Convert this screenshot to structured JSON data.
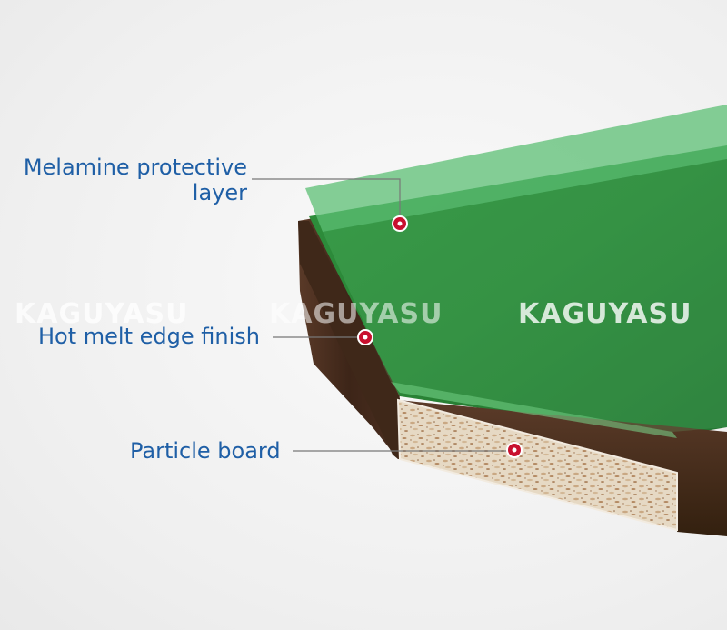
{
  "labels": {
    "melamine_line1": "Melamine protective",
    "melamine_line2": "layer",
    "hot_melt": "Hot melt edge finish",
    "particle_board": "Particle board"
  },
  "watermark": {
    "text": "KAGUYASU"
  },
  "colors": {
    "label_text": "#1f5fa6",
    "marker": "#c8102e",
    "melamine_green": "#5cbf74",
    "board_green": "#2f8a3a",
    "edge_brown": "#4a2e1f",
    "particle": "#e3d6c2"
  }
}
